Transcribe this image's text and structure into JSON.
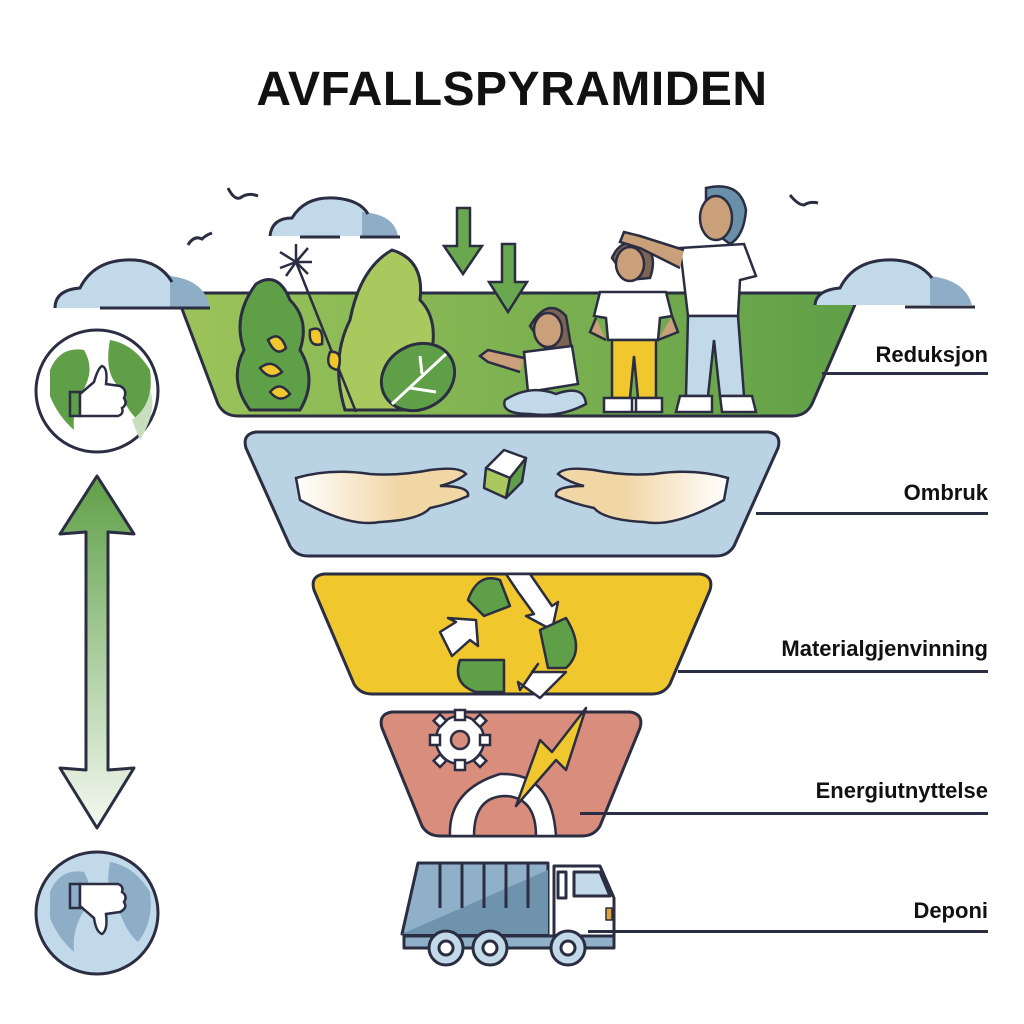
{
  "title": "AVFALLSPYRAMIDEN",
  "levels": [
    {
      "label": "Reduksjon",
      "color": "#6aa84f",
      "icon": "nature-family-icon"
    },
    {
      "label": "Ombruk",
      "color": "#b9d3e4",
      "icon": "hands-cube-icon"
    },
    {
      "label": "Materialgjenvinning",
      "color": "#f0c82e",
      "icon": "recycle-icon"
    },
    {
      "label": "Energiutnyttelse",
      "color": "#d98d7c",
      "icon": "gears-lightning-icon"
    },
    {
      "label": "Deponi",
      "color": "#8fb0c8",
      "icon": "garbage-truck-icon"
    }
  ],
  "scale": {
    "top_icon": "globe-thumbs-up-icon",
    "bottom_icon": "globe-thumbs-down-icon",
    "arrow_icon": "double-arrow-icon",
    "best_color": "#5f9f47",
    "worst_color": "#9dbdd4"
  },
  "palette": {
    "outline": "#2b2d42",
    "skin": "#c9a07a",
    "sky_cloud": "#c2d9ea",
    "cloud_shade": "#8eadc6"
  }
}
